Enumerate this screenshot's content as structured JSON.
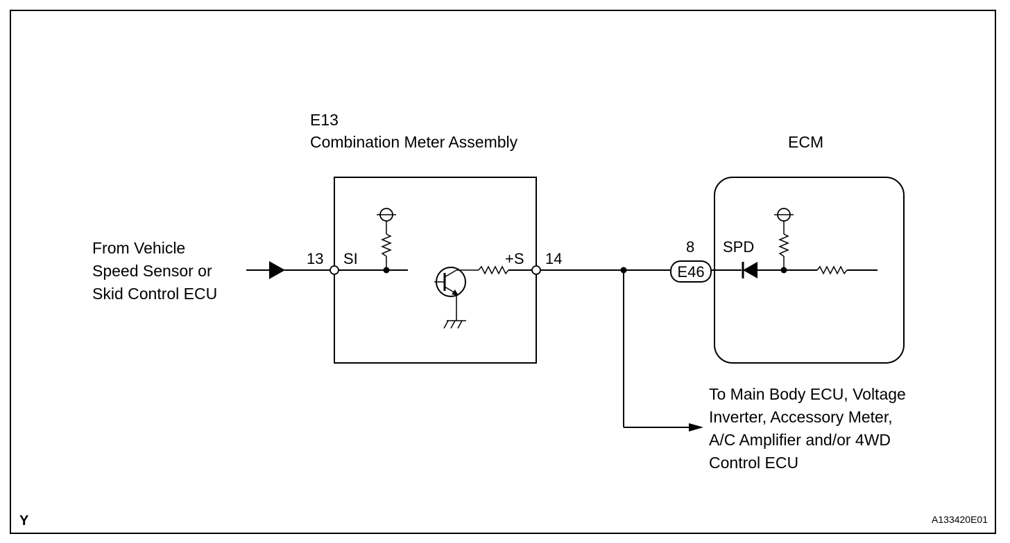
{
  "meter": {
    "code": "E13",
    "name": "Combination Meter Assembly",
    "pin_in_number": "13",
    "pin_in_name": "SI",
    "pin_out_name": "+S",
    "pin_out_number": "14"
  },
  "ecm": {
    "name": "ECM",
    "pin_number": "8",
    "connector": "E46",
    "pin_name": "SPD"
  },
  "source": {
    "line1": "From Vehicle",
    "line2": "Speed Sensor or",
    "line3": "Skid Control ECU"
  },
  "destination": {
    "line1": "To Main Body ECU, Voltage",
    "line2": "Inverter, Accessory Meter,",
    "line3": "A/C Amplifier and/or 4WD",
    "line4": "Control ECU"
  },
  "footer": {
    "corner_mark": "Y",
    "figure_id": "A133420E01"
  }
}
